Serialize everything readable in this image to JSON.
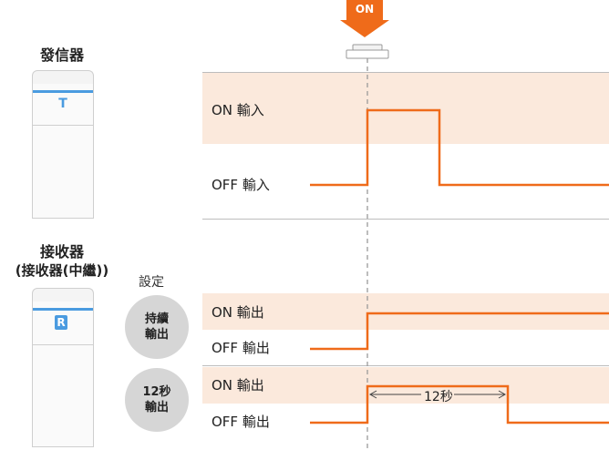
{
  "transmitter": {
    "title": "發信器",
    "badge_letter": "T"
  },
  "receiver": {
    "title_line1": "接收器",
    "title_line2": "(接收器(中繼))",
    "badge_letter": "R"
  },
  "setting_label": "設定",
  "modes": [
    {
      "line1": "持續",
      "line2": "輸出"
    },
    {
      "line1": "12秒",
      "line2": "輸出"
    }
  ],
  "on_arrow": "ON",
  "input": {
    "on_label": "ON 輸入",
    "off_label": "OFF 輸入"
  },
  "output_continuous": {
    "on_label": "ON 輸出",
    "off_label": "OFF 輸出"
  },
  "output_timed": {
    "on_label": "ON 輸出",
    "off_label": "OFF 輸出",
    "duration_label": "12秒"
  },
  "colors": {
    "signal": "#ef6b1a",
    "band": "#fbe9dc",
    "accent_blue": "#4a9be0",
    "badge_gray": "#d6d6d6"
  }
}
